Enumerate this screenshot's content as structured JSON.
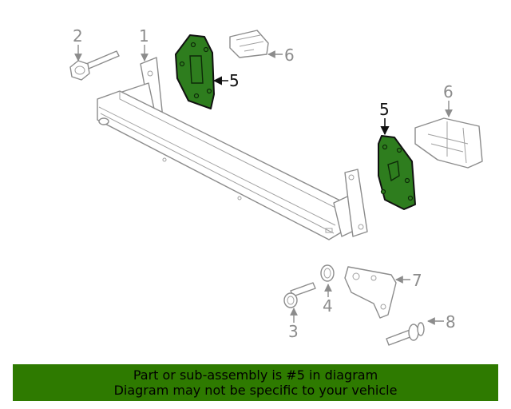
{
  "diagram": {
    "callouts": {
      "c1": "1",
      "c2": "2",
      "c3": "3",
      "c4": "4",
      "c5_left": "5",
      "c5_right": "5",
      "c6_top": "6",
      "c6_right": "6",
      "c7": "7",
      "c8": "8"
    },
    "highlighted_part": "5"
  },
  "banner": {
    "line1": "Part or sub-assembly is #5 in diagram",
    "line2": "Diagram may not be specific to your vehicle"
  },
  "colors": {
    "highlight_green": "#2e7d1e",
    "banner_green": "#2e7a00",
    "line_gray": "#8c8c8c"
  }
}
